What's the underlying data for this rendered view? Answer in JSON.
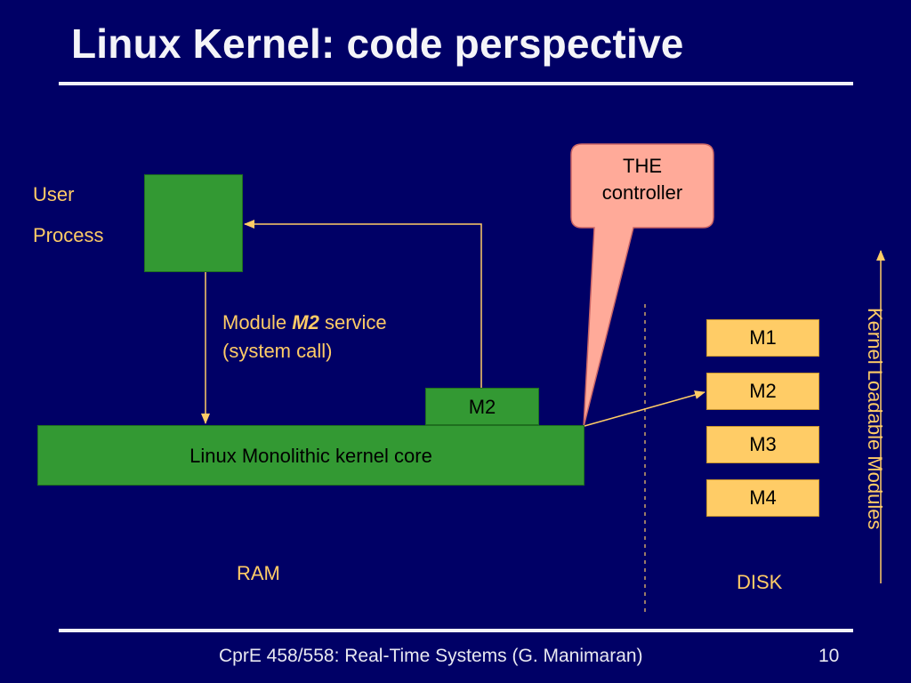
{
  "slide": {
    "title": "Linux Kernel: code perspective",
    "user_process": {
      "line1": "User",
      "line2": "Process"
    },
    "service_label": {
      "prefix": "Module ",
      "module": "M2",
      "suffix": " service",
      "line2": "(system call)"
    },
    "kernel_core_label": "Linux Monolithic kernel core",
    "m2_in_ram_label": "M2",
    "callout": {
      "line1": "THE",
      "line2": "controller"
    },
    "disk_modules": [
      "M1",
      "M2",
      "M3",
      "M4"
    ],
    "kernel_modules_label": "Kernel Loadable Modules",
    "ram_label": "RAM",
    "disk_label": "DISK",
    "footer": "CprE 458/558: Real-Time Systems (G. Manimaran)",
    "page_number": "10"
  },
  "colors": {
    "background": "#000066",
    "green": "#339933",
    "gold": "#ffcc66",
    "callout": "#ffaa99",
    "text_light": "#f4f4f8"
  }
}
